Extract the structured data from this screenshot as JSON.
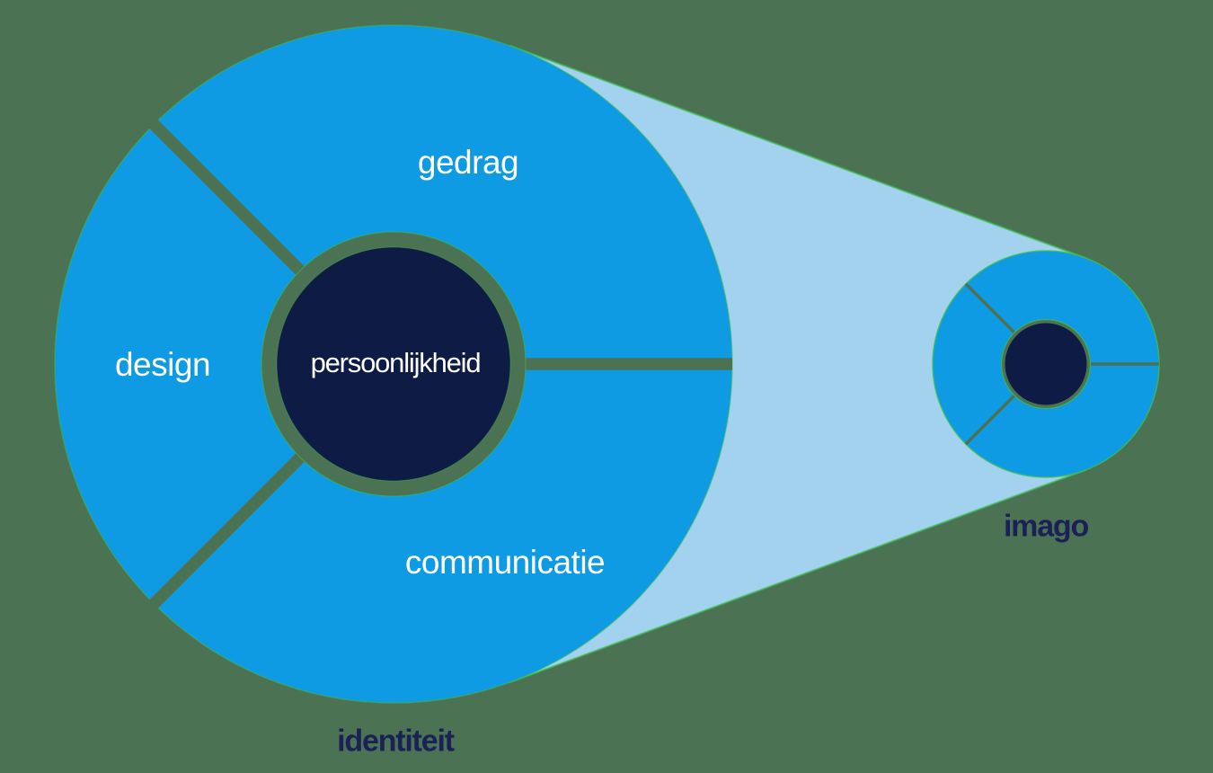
{
  "diagram": {
    "identity": {
      "caption": "identiteit",
      "core_label": "persoonlijkheid",
      "segments": {
        "top": "gedrag",
        "left": "design",
        "bottom": "communicatie"
      }
    },
    "imago": {
      "caption": "imago"
    },
    "colors": {
      "circle_blue": "#0F9BE3",
      "beam_light_blue": "#A3D2EF",
      "core_navy": "#0E1B44",
      "background_green": "#4C7254",
      "divider_green": "#4C7254",
      "edge_artifact_green": "#3DBE4D",
      "caption_navy": "#1B2156",
      "segment_label_white": "#FFFFFF"
    }
  }
}
